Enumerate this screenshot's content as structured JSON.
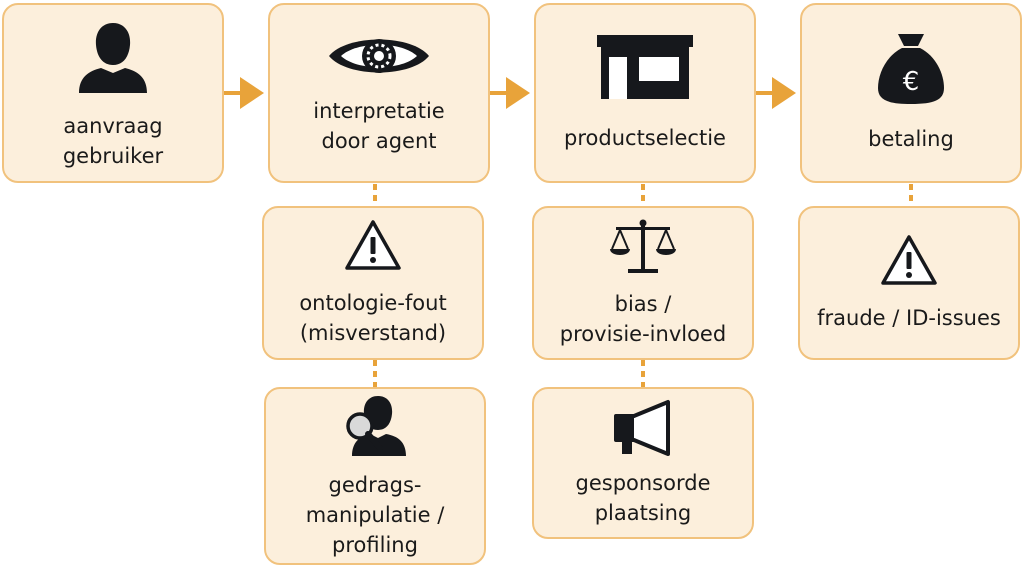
{
  "colors": {
    "box_fill": "#fcefdc",
    "box_border": "#f1c27d",
    "connector": "#e8a33a",
    "icon": "#16181c"
  },
  "main_flow": [
    {
      "id": "request",
      "label": "aanvraag\ngebruiker",
      "icon": "user-silhouette-icon"
    },
    {
      "id": "interpretation",
      "label": "interpretatie\ndoor agent",
      "icon": "eye-icon"
    },
    {
      "id": "product_selection",
      "label": "productselectie",
      "icon": "storefront-icon"
    },
    {
      "id": "payment",
      "label": "betaling",
      "icon": "money-bag-euro-icon"
    }
  ],
  "risks": {
    "interpretation": [
      {
        "label": "ontologie-fout\n(misverstand)",
        "icon": "warning-icon"
      },
      {
        "label": "gedrags-\nmanipulatie /\nprofiling",
        "icon": "user-magnifier-icon"
      }
    ],
    "product_selection": [
      {
        "label": "bias /\nprovisie-invloed",
        "icon": "scales-icon"
      },
      {
        "label": "gesponsorde\nplaatsing",
        "icon": "megaphone-icon"
      }
    ],
    "payment": [
      {
        "label": "fraude / ID-issues",
        "icon": "warning-icon"
      }
    ]
  }
}
